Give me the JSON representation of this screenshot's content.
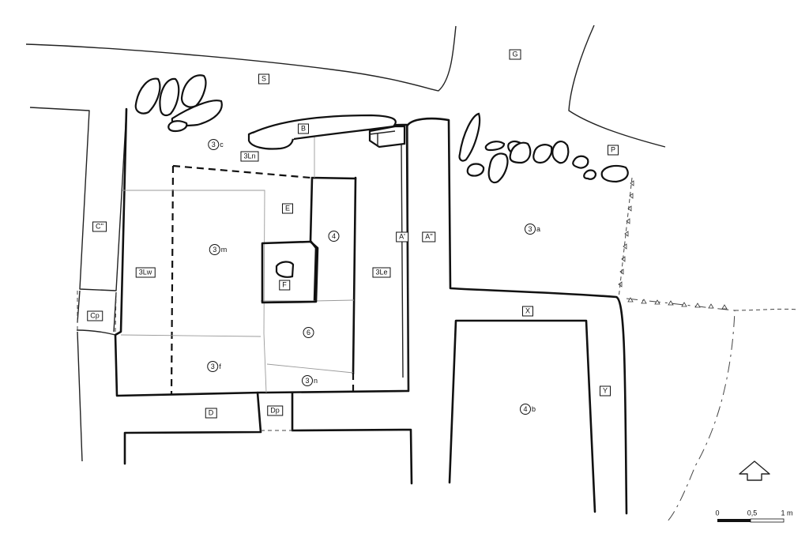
{
  "labels_boxed": [
    {
      "id": "S",
      "text": "S"
    },
    {
      "id": "G",
      "text": "G"
    },
    {
      "id": "B",
      "text": "B"
    },
    {
      "id": "P",
      "text": "P"
    },
    {
      "id": "3Ln",
      "text": "3Ln"
    },
    {
      "id": "E",
      "text": "E"
    },
    {
      "id": "C_dpp",
      "text": "C''"
    },
    {
      "id": "3Lw",
      "text": "3Lw"
    },
    {
      "id": "A_p",
      "text": "A'"
    },
    {
      "id": "A_pp",
      "text": "A''"
    },
    {
      "id": "3Le",
      "text": "3Le"
    },
    {
      "id": "F",
      "text": "F"
    },
    {
      "id": "Cp",
      "text": "Cp"
    },
    {
      "id": "X",
      "text": "X"
    },
    {
      "id": "Y",
      "text": "Y"
    },
    {
      "id": "D",
      "text": "D"
    },
    {
      "id": "Dp",
      "text": "Dp"
    }
  ],
  "labels_circled": [
    {
      "id": "3c",
      "num": "3",
      "suffix": "c"
    },
    {
      "id": "3a",
      "num": "3",
      "suffix": "a"
    },
    {
      "id": "4",
      "num": "4",
      "suffix": ""
    },
    {
      "id": "3m",
      "num": "3",
      "suffix": "m"
    },
    {
      "id": "6",
      "num": "6",
      "suffix": ""
    },
    {
      "id": "3f",
      "num": "3",
      "suffix": "f"
    },
    {
      "id": "3n",
      "num": "3",
      "suffix": "n"
    },
    {
      "id": "4b",
      "num": "4",
      "suffix": "b"
    }
  ],
  "scale": {
    "zero": "0",
    "half": "0,5",
    "one": "1 m"
  }
}
